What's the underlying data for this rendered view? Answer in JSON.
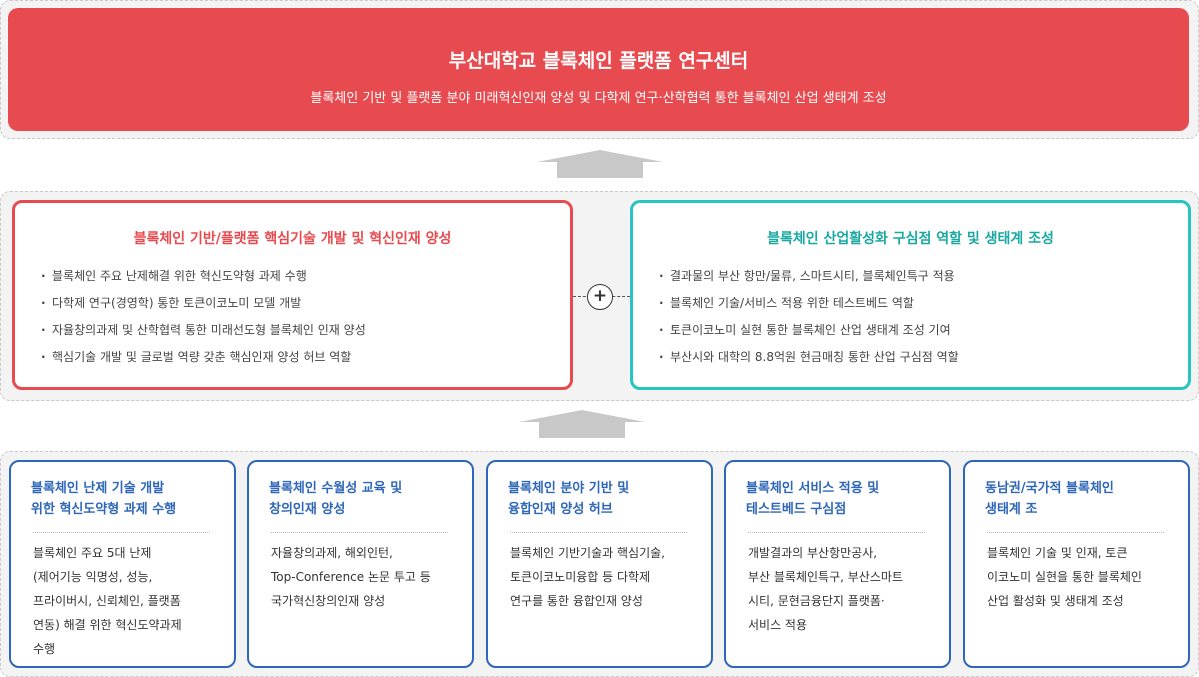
{
  "banner": {
    "title": "부산대학교 블록체인 플랫폼 연구센터",
    "subtitle": "블록체인 기반 및 플랫폼 분야 미래혁신인재 양성 및 다학제 연구·산학협력 통한 블록체인 산업 생태계 조성"
  },
  "middle": {
    "left": {
      "title": "블록체인 기반/플랫폼 핵심기술 개발 및 혁신인재 양성",
      "items": [
        "블록체인 주요 난제해결 위한 혁신도약형 과제 수행",
        "다학제 연구(경영학) 통한 토큰이코노미 모델 개발",
        "자율창의과제 및 산학협력 통한 미래선도형 블록체인 인재 양성",
        "핵심기술 개발 및 글로벌 역량 갖춘 핵심인재 양성 허브 역할"
      ]
    },
    "connector": "+",
    "right": {
      "title": "블록체인 산업활성화 구심점 역할 및 생태계 조성",
      "items": [
        "결과물의 부산 항만/물류, 스마트시티, 블록체인특구 적용",
        "블록체인 기술/서비스 적용 위한 테스트베드 역할",
        "토큰이코노미 실현 통한 블록체인 산업 생태계 조성 기여",
        "부산시와 대학의 8.8억원 현금매칭 통한 산업 구심점 역할"
      ]
    }
  },
  "cards": [
    {
      "title": [
        "블록체인 난제 기술 개발",
        "위한 혁신도약형 과제 수행"
      ],
      "desc": [
        "블록체인 주요 5대 난제",
        "(제어기능 익명성, 성능,",
        "프라이버시, 신뢰체인, 플랫폼",
        "연동) 해결 위한 혁신도약과제",
        "수행"
      ]
    },
    {
      "title": [
        "블록체인 수월성 교육 및",
        "창의인재 양성"
      ],
      "desc": [
        "자율창의과제, 해외인턴,",
        "Top-Conference 논문 투고 등",
        "국가혁신창의인재 양성"
      ]
    },
    {
      "title": [
        "블록체인 분야 기반 및",
        "융합인재 양성 허브"
      ],
      "desc": [
        "블록체인 기반기술과 핵심기술,",
        "토큰이코노미융합 등 다학제",
        "연구를 통한 융합인재 양성"
      ]
    },
    {
      "title": [
        "블록체인 서비스 적용 및",
        "테스트베드 구심점"
      ],
      "desc": [
        "개발결과의 부산항만공사,",
        "부산 블록체인특구, 부산스마트",
        "시티, 문현금융단지 플랫폼·",
        "서비스 적용"
      ]
    },
    {
      "title": [
        "동남권/국가적 블록체인",
        "생태계 조"
      ],
      "desc": [
        "블록체인 기술 및 인재, 토큰",
        "이코노미 실현을 통한 블록체인",
        "산업 활성화 및 생태계 조성"
      ]
    }
  ],
  "colors": {
    "banner_red": "#e84b4f",
    "teal": "#27c5bf",
    "card_blue": "#2e66b8",
    "arrow_gray": "#c8c8c8"
  }
}
